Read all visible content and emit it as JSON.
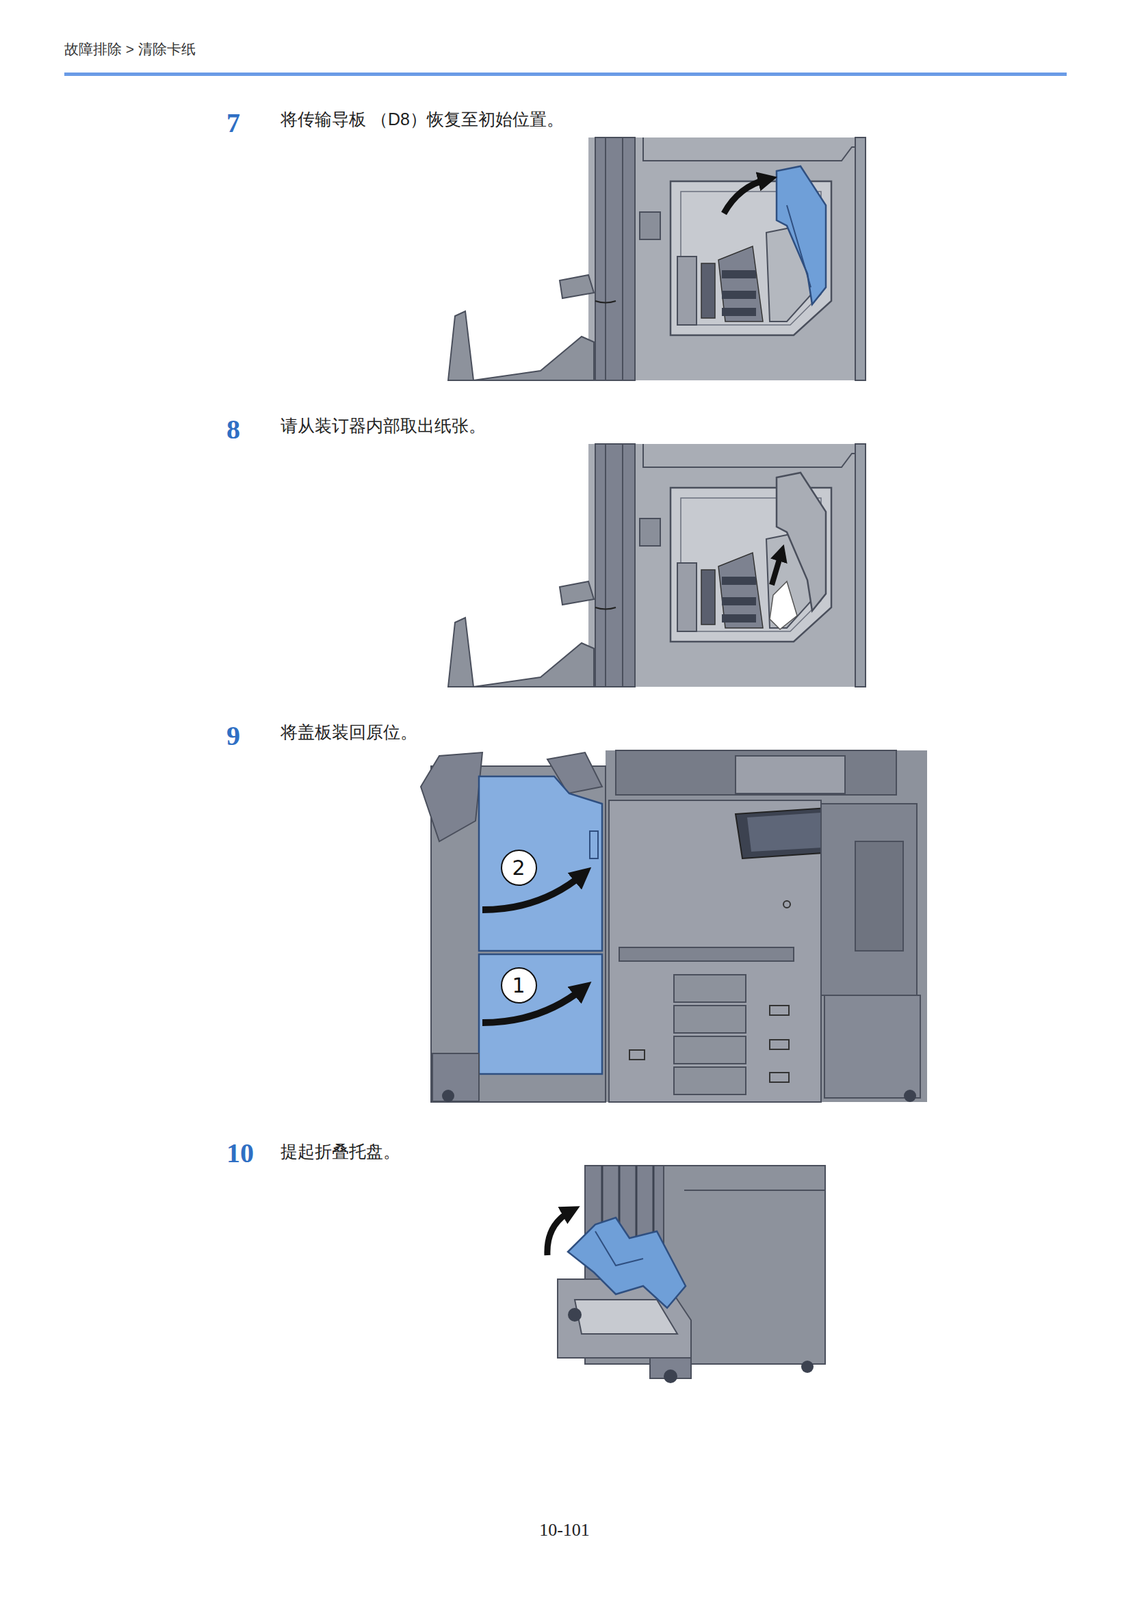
{
  "diagram": {
    "nodes": [
      {
        "text": [
          "2"
        ]
      },
      {
        "text": [
          "1"
        ]
      }
    ],
    "labels": [
      "故障排除 > 清除卡纸",
      "7",
      "将传输导板 （D8）恢复至初始位置。",
      "8",
      "请从装订器内部取出纸张。",
      "9",
      "将盖板装回原位。",
      "10",
      "提起折叠托盘。",
      "10-101"
    ]
  }
}
